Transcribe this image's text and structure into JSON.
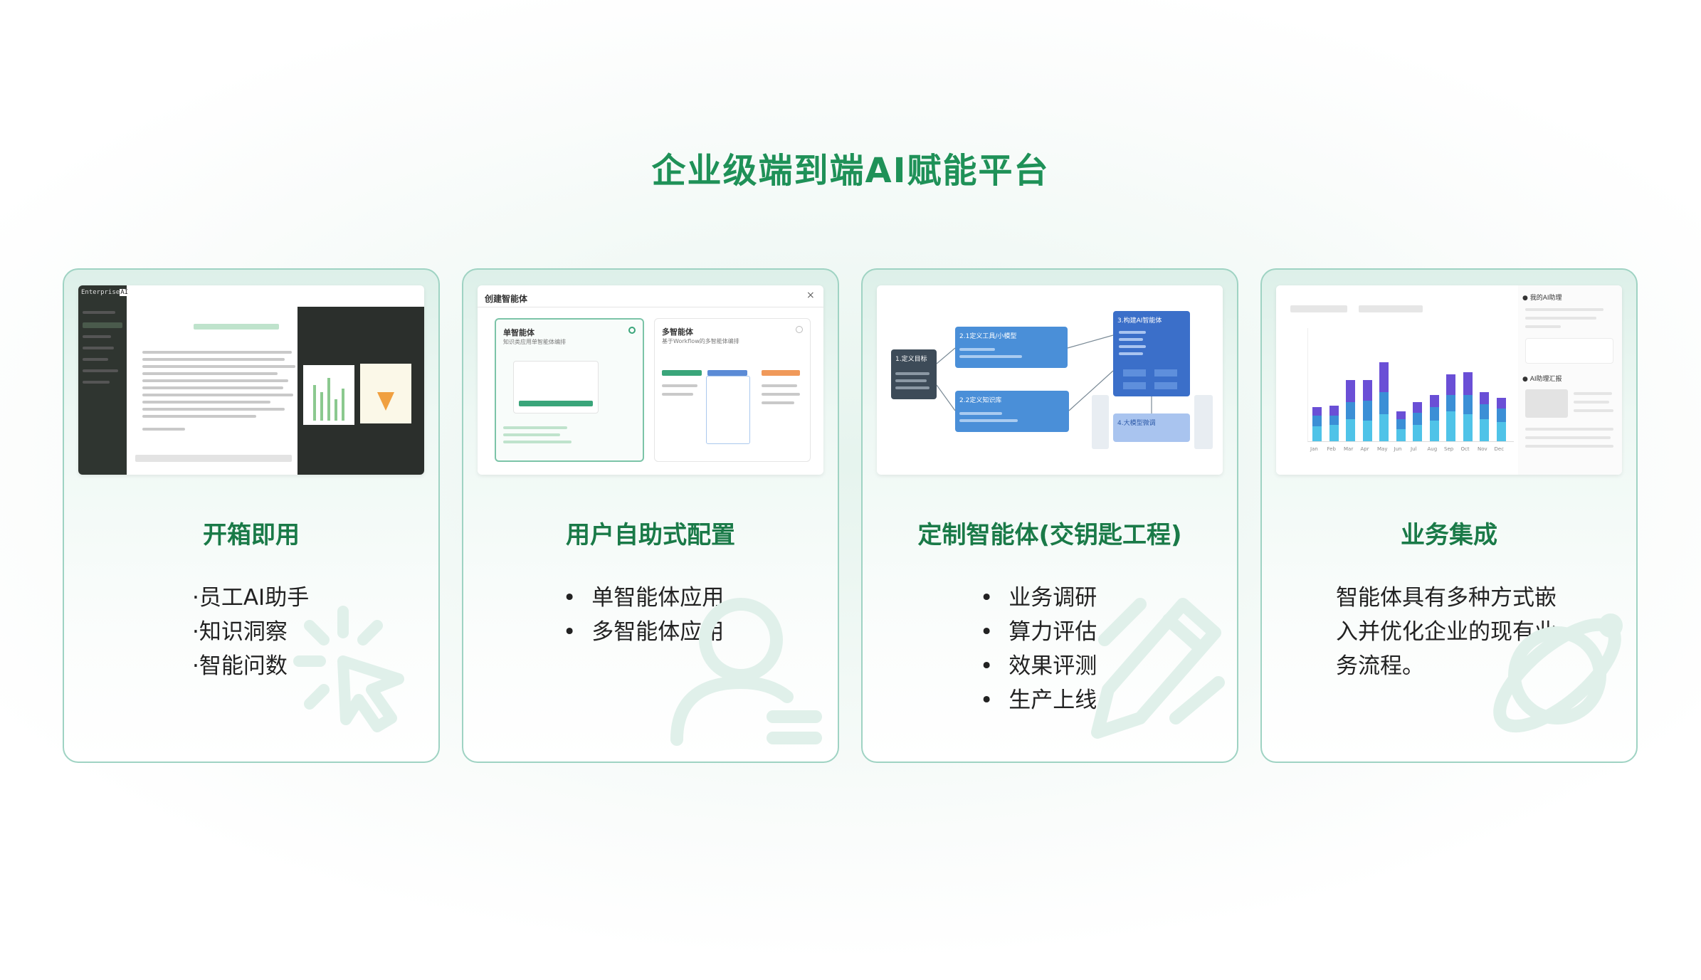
{
  "page": {
    "title": "企业级端到端AI赋能平台"
  },
  "colors": {
    "accent": "#1f9158",
    "card_border": "#9fd3c3",
    "title_green": "#1a7a48"
  },
  "cards": [
    {
      "title": "开箱即用",
      "bullets": [
        "·员工AI助手",
        "·知识洞察",
        "·智能问数"
      ],
      "background_icon": "cursor-click-icon",
      "screenshot": {
        "app_name": "Enterprise",
        "app_badge": "AI"
      }
    },
    {
      "title": "用户自助式配置",
      "bullets": [
        "单智能体应用",
        "多智能体应用"
      ],
      "background_icon": "user-icon",
      "screenshot": {
        "dialog_title": "创建智能体",
        "option_single": "单智能体",
        "option_single_desc": "知识类应用单智能体编排",
        "option_multi": "多智能体",
        "option_multi_desc": "基于Workflow的多智能体编排"
      }
    },
    {
      "title": "定制智能体(交钥匙工程)",
      "bullets": [
        "业务调研",
        "算力评估",
        "效果评测",
        "生产上线"
      ],
      "background_icon": "pencil-ruler-icon",
      "screenshot": {
        "step1": "1.定义目标",
        "step21": "2.1定义工具/小模型",
        "step22": "2.2定义知识库",
        "step3": "3.构建AI智能体",
        "step4": "4.大模型微调"
      }
    },
    {
      "title": "业务集成",
      "paragraph": "智能体具有多种方式嵌入并优化企业的现有业务流程。",
      "background_icon": "orbit-icon",
      "screenshot": {
        "assistant_label": "我的AI助理",
        "report_label": "AI助理汇报",
        "months": [
          "Jan",
          "Feb",
          "Mar",
          "Apr",
          "May",
          "Jun",
          "Jul",
          "Aug",
          "Sep",
          "Oct",
          "Nov",
          "Dec"
        ]
      }
    }
  ]
}
